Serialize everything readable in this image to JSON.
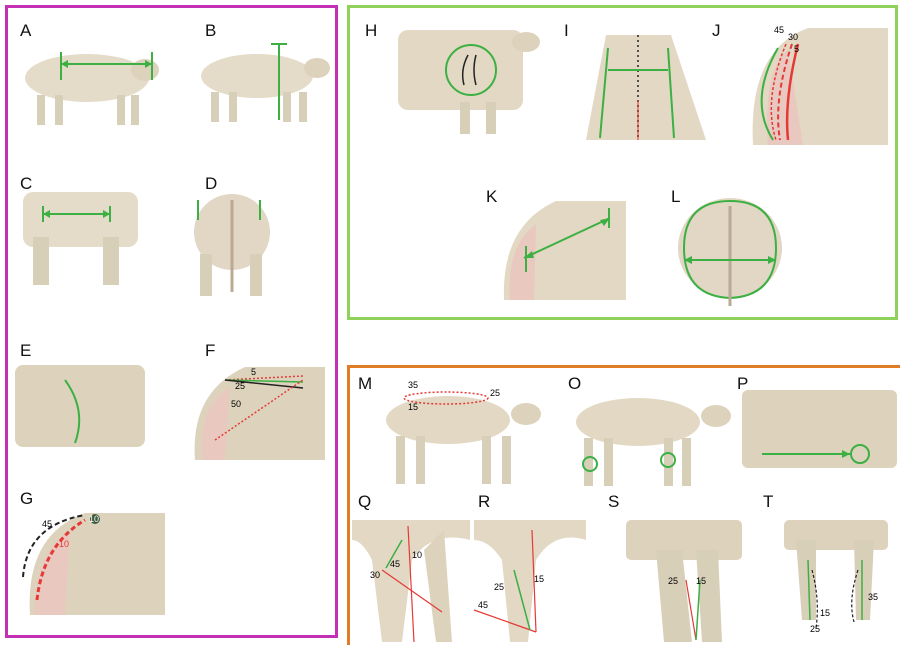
{
  "colors": {
    "left_border": "#c330b4",
    "top_right_border": "#8fd259",
    "bottom_right_border": "#e07b26",
    "measure_green": "#3cb043",
    "measure_red": "#e53935",
    "measure_black": "#222222"
  },
  "panels": {
    "A": {
      "label": "A"
    },
    "B": {
      "label": "B"
    },
    "C": {
      "label": "C"
    },
    "D": {
      "label": "D"
    },
    "E": {
      "label": "E"
    },
    "F": {
      "label": "F",
      "n1": "5",
      "n2": "25",
      "n3": "50"
    },
    "G": {
      "label": "G",
      "n1": "45",
      "n2": "10",
      "n3": "10"
    },
    "H": {
      "label": "H"
    },
    "I": {
      "label": "I"
    },
    "J": {
      "label": "J",
      "n1": "45",
      "n2": "30",
      "n3": "5"
    },
    "K": {
      "label": "K"
    },
    "L": {
      "label": "L"
    },
    "M": {
      "label": "M",
      "n1": "35",
      "n2": "15",
      "n3": "25"
    },
    "O": {
      "label": "O"
    },
    "P": {
      "label": "P"
    },
    "Q": {
      "label": "Q",
      "n1": "10",
      "n2": "45",
      "n3": "30"
    },
    "R": {
      "label": "R",
      "n1": "15",
      "n2": "25",
      "n3": "45"
    },
    "S": {
      "label": "S",
      "n1": "25",
      "n2": "15"
    },
    "T": {
      "label": "T",
      "n1": "35",
      "n2": "15",
      "n3": "25"
    }
  }
}
